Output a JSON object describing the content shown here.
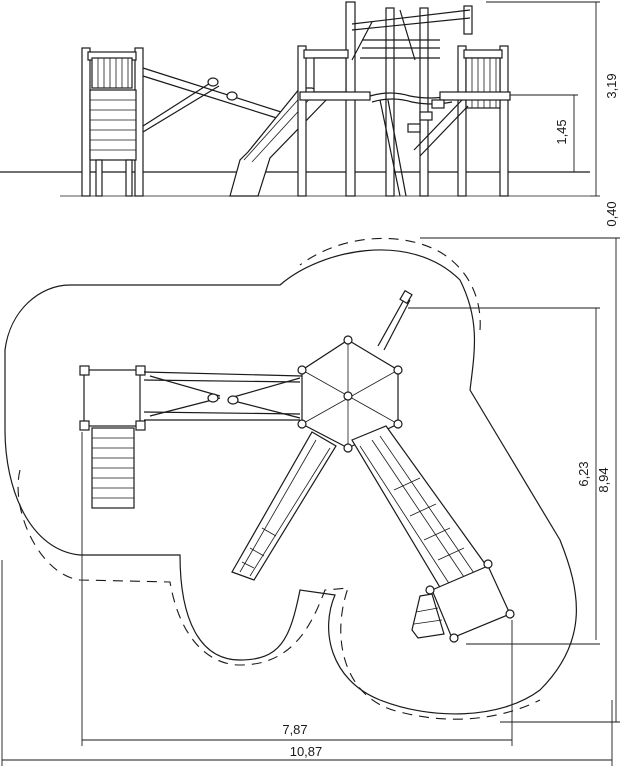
{
  "dimensions": {
    "height_total": "3,19",
    "platform_height": "1,45",
    "foundation_depth": "0,40",
    "width_inner": "6,23",
    "width_outer": "8,94",
    "length_inner": "7,87",
    "length_outer": "10,87"
  }
}
